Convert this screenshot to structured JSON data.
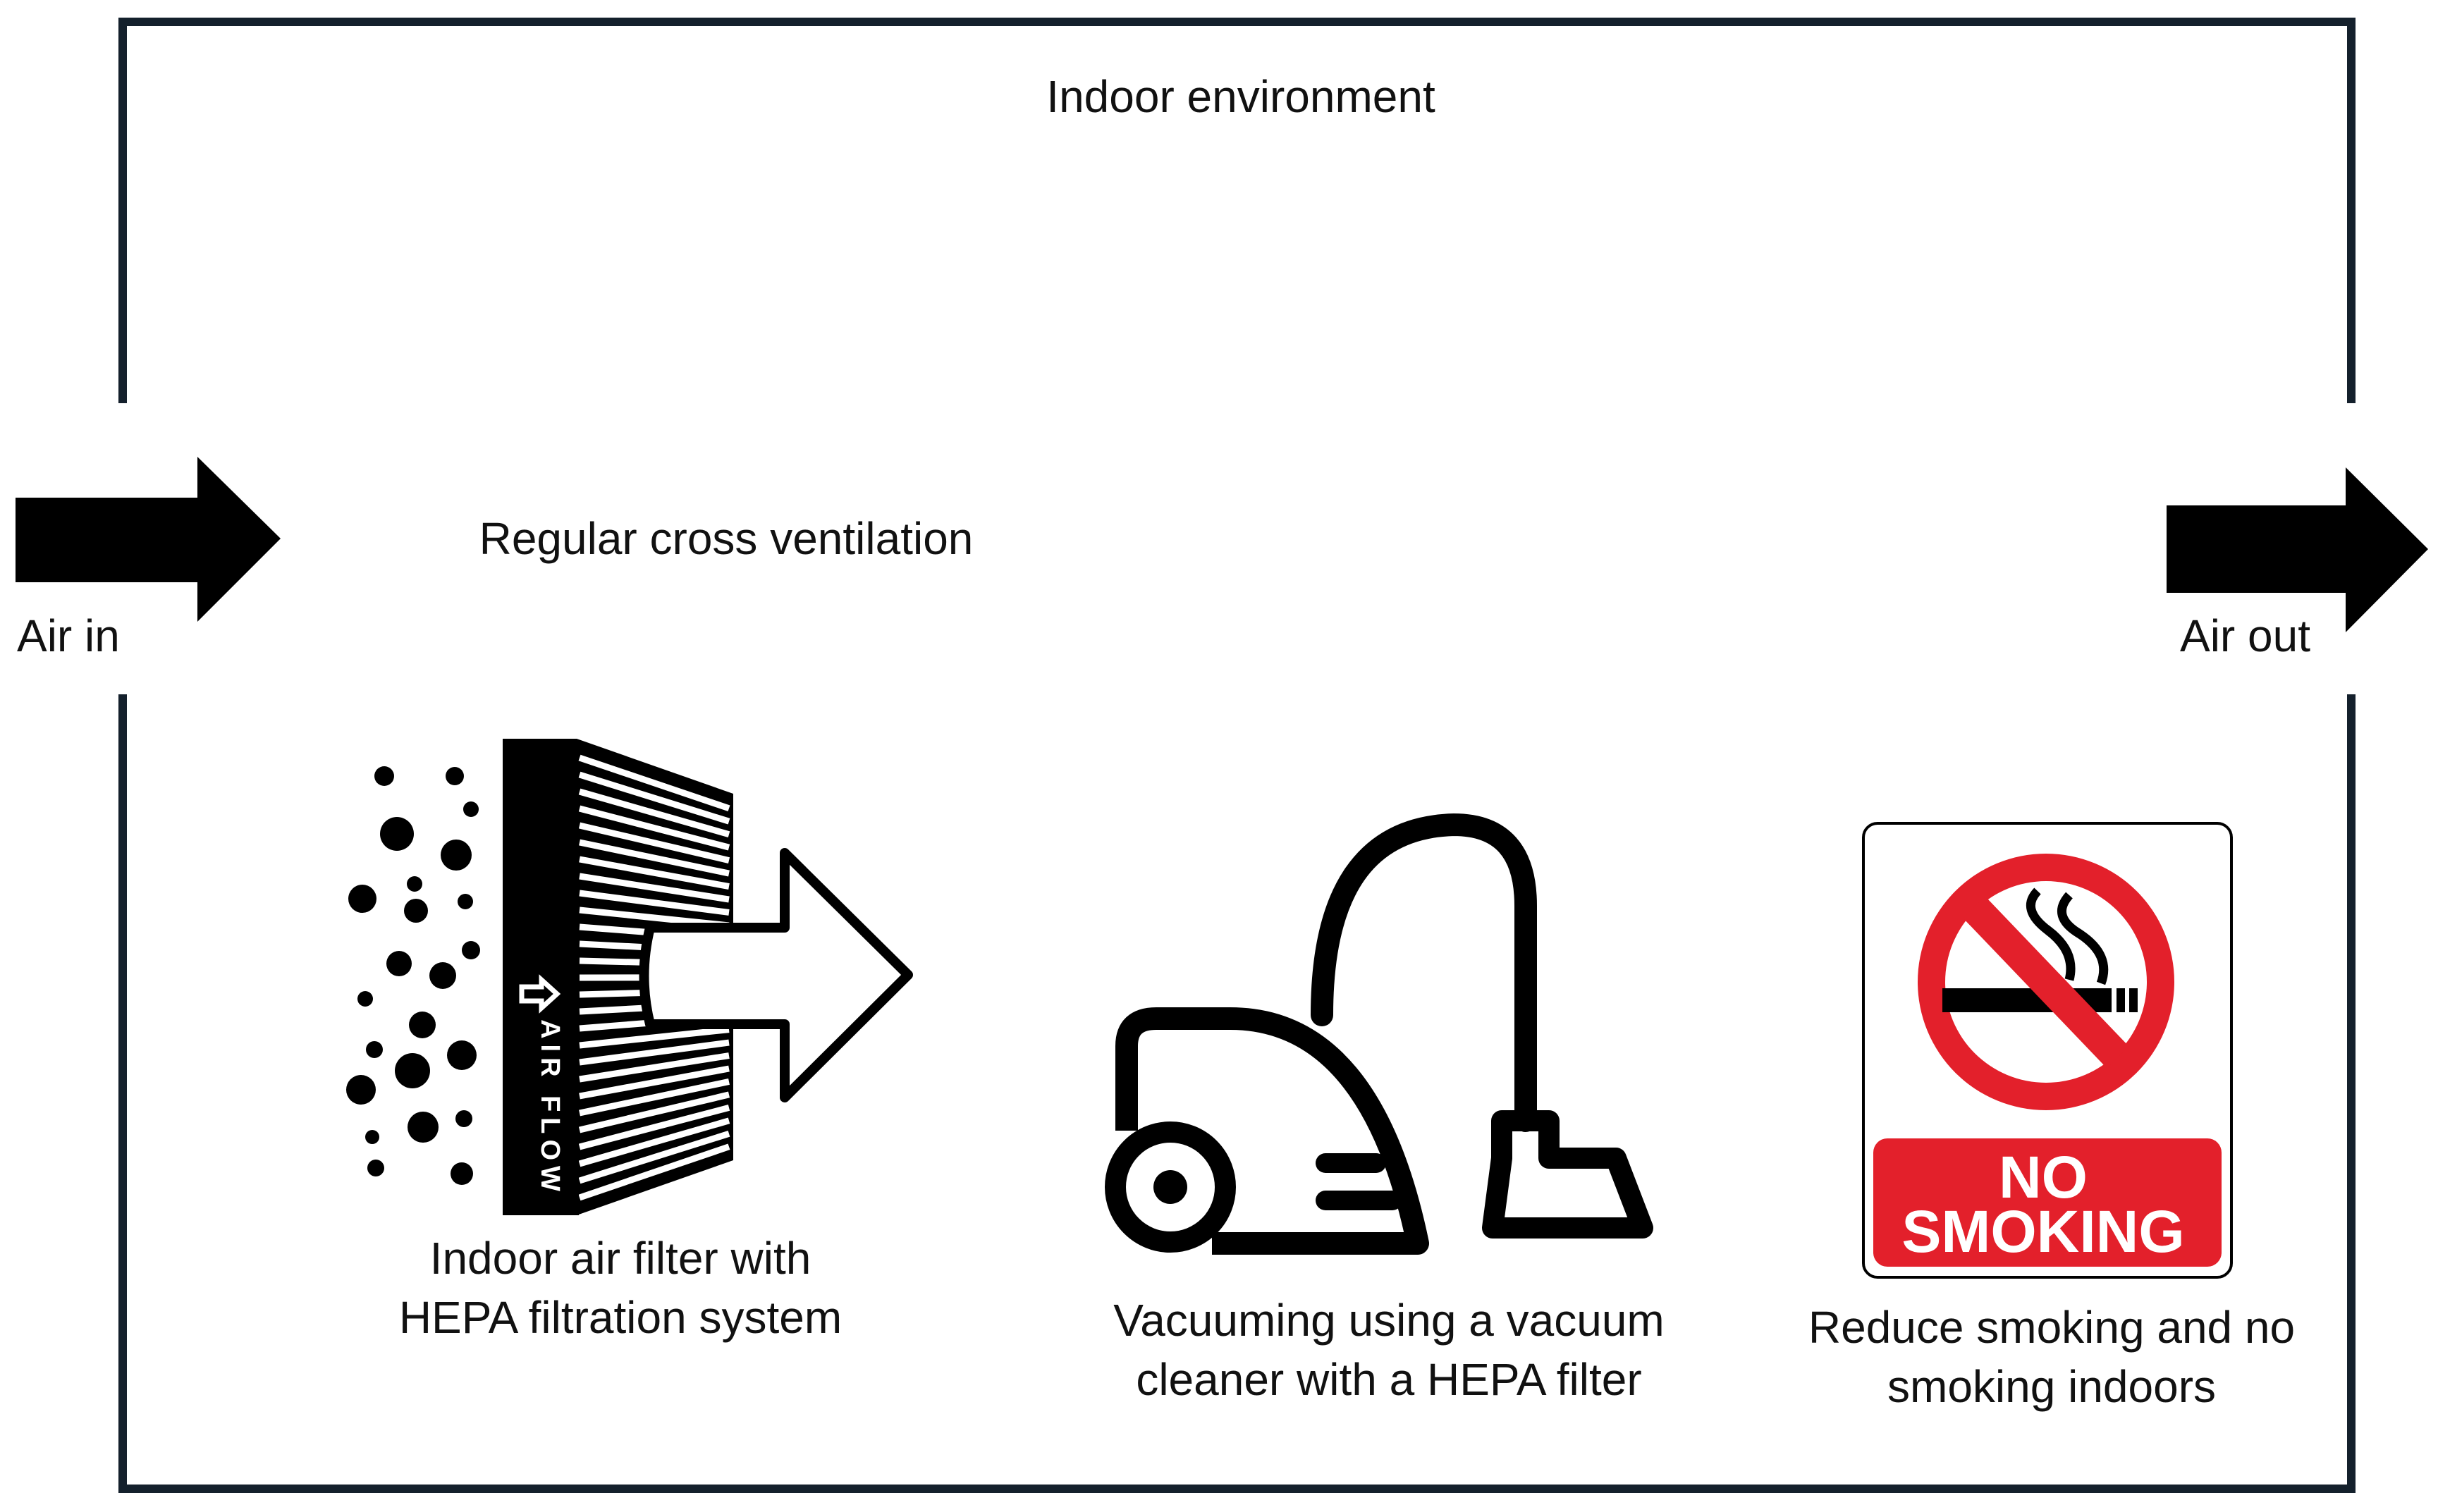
{
  "title": "Indoor environment",
  "airflow": {
    "in_label": "Air in",
    "out_label": "Air out",
    "ventilation_label": "Regular cross ventilation"
  },
  "filter": {
    "caption_line1": "Indoor air filter with",
    "caption_line2": "HEPA filtration system",
    "flow_text": "AIR FLOW"
  },
  "vacuum": {
    "caption_line1": "Vacuuming using a vacuum",
    "caption_line2": "cleaner with a HEPA filter"
  },
  "no_smoking": {
    "sign_line1": "NO",
    "sign_line2": "SMOKING",
    "caption_line1": "Reduce smoking and no",
    "caption_line2": "smoking indoors"
  },
  "colors": {
    "frame": "#14202c",
    "sign_red": "#e3202b",
    "ink": "#000000"
  }
}
